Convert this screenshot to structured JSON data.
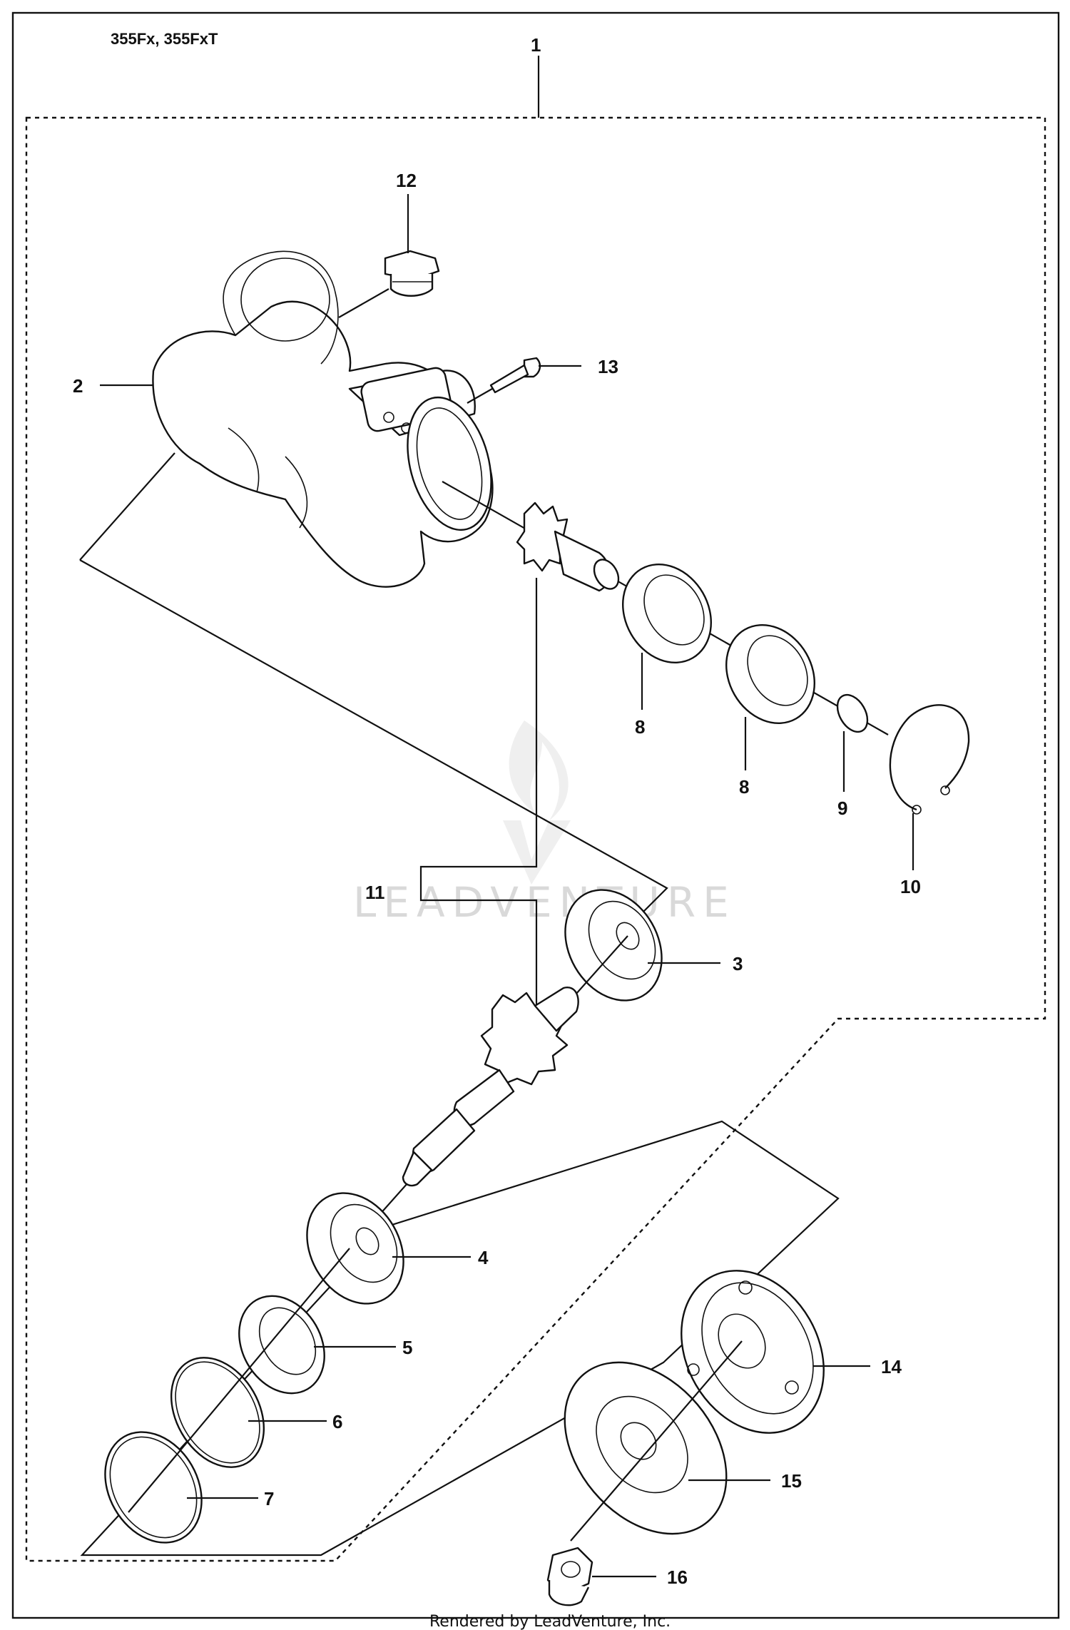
{
  "header": {
    "models": "355Fx, 355FxT"
  },
  "watermark": "LEADVENTURE",
  "footer": "Rendered by LeadVenture, Inc.",
  "callouts": [
    "1",
    "2",
    "3",
    "4",
    "5",
    "6",
    "7",
    "8",
    "8",
    "9",
    "10",
    "11",
    "12",
    "13",
    "14",
    "15",
    "16"
  ]
}
